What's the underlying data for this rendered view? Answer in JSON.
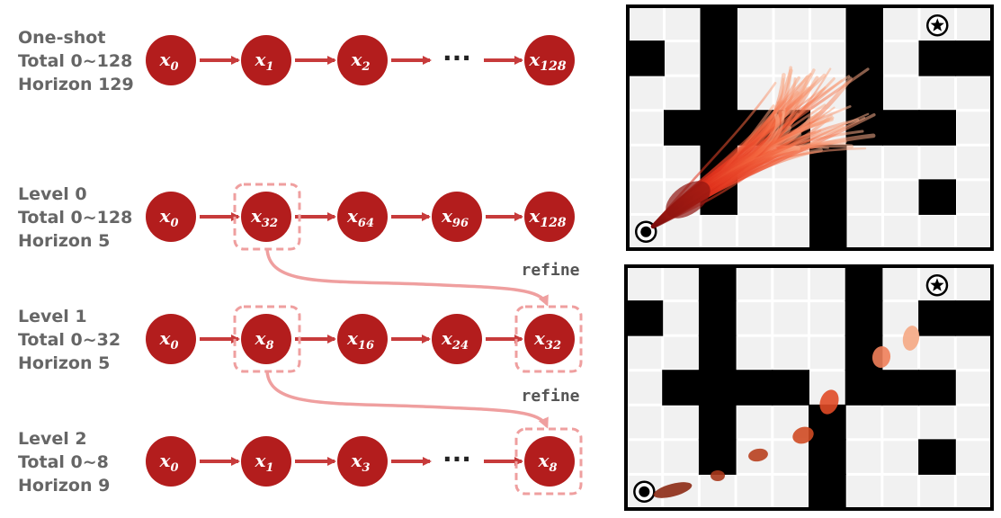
{
  "colors": {
    "node": "#b31d1d",
    "arrow": "#c73b3b",
    "highlight": "#ef9f9f",
    "maze_wall": "#000000",
    "maze_floor": "#f2f2f2"
  },
  "rows": [
    {
      "id": "one-shot",
      "labels": [
        "One-shot",
        "Total 0~128",
        "Horizon 129"
      ],
      "nodes": [
        {
          "sub": "0"
        },
        {
          "sub": "1"
        },
        {
          "sub": "2"
        },
        {
          "ellipsis": true
        },
        {
          "sub": "128"
        }
      ]
    },
    {
      "id": "level-0",
      "labels": [
        "Level 0",
        "Total 0~128",
        "Horizon 5"
      ],
      "nodes": [
        {
          "sub": "0"
        },
        {
          "sub": "32"
        },
        {
          "sub": "64"
        },
        {
          "sub": "96"
        },
        {
          "sub": "128"
        }
      ]
    },
    {
      "id": "level-1",
      "labels": [
        "Level 1",
        "Total 0~32",
        "Horizon 5"
      ],
      "nodes": [
        {
          "sub": "0"
        },
        {
          "sub": "8"
        },
        {
          "sub": "16"
        },
        {
          "sub": "24"
        },
        {
          "sub": "32"
        }
      ]
    },
    {
      "id": "level-2",
      "labels": [
        "Level 2",
        "Total 0~8",
        "Horizon 9"
      ],
      "nodes": [
        {
          "sub": "0"
        },
        {
          "sub": "1"
        },
        {
          "sub": "3"
        },
        {
          "ellipsis": true
        },
        {
          "sub": "8"
        }
      ]
    }
  ],
  "node_var": "x",
  "ellipsis_text": "···",
  "refine_label": "refine",
  "mazes": [
    {
      "name": "maze-top",
      "start_icon": "start-circle-icon",
      "goal_icon": "goal-star-icon"
    },
    {
      "name": "maze-bottom",
      "start_icon": "start-circle-icon",
      "goal_icon": "goal-star-icon"
    }
  ]
}
